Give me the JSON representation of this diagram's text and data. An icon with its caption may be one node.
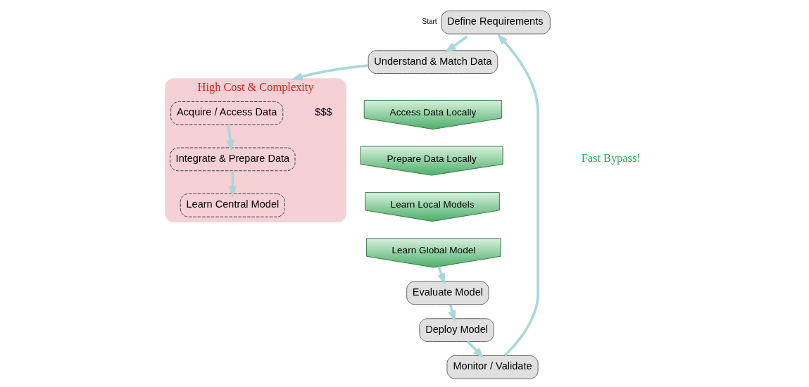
{
  "diagram": {
    "nodes": [
      {
        "text": [
          "Define Requirements"
        ],
        "beside": [
          "Start"
        ]
      },
      {
        "text": [
          "Understand & Match Data"
        ]
      },
      {
        "text": [
          "High Cost & Complexity",
          "$$$"
        ]
      },
      {
        "text": [
          "Acquire / Access Data"
        ],
        "in": 2
      },
      {
        "text": [
          "Integrate & Prepare Data"
        ],
        "in": 2
      },
      {
        "text": [
          "Learn Central Model"
        ],
        "in": 2
      },
      {
        "text": [
          "Access Data Locally"
        ]
      },
      {
        "text": [
          "Prepare Data Locally"
        ]
      },
      {
        "text": [
          "Learn Local Models"
        ]
      },
      {
        "text": [
          "Learn Global Model"
        ]
      },
      {
        "text": [
          "Evaluate Model"
        ]
      },
      {
        "text": [
          "Deploy Model"
        ]
      },
      {
        "text": [
          "Monitor / Validate"
        ]
      }
    ],
    "edges": [
      {
        "from": 0,
        "to": 1,
        "arrow": "to"
      },
      {
        "from": 1,
        "to": 2,
        "arrow": "to"
      },
      {
        "from": 3,
        "to": 4,
        "arrow": "to"
      },
      {
        "from": 4,
        "to": 5,
        "arrow": "to"
      },
      {
        "from": 9,
        "to": 10,
        "arrow": "to"
      },
      {
        "from": 10,
        "to": 11,
        "arrow": "to"
      },
      {
        "from": 11,
        "to": 12,
        "arrow": "to"
      },
      {
        "from": 12,
        "to": 0,
        "arrow": "to"
      }
    ],
    "labels": [
      "Fast Bypass!"
    ]
  }
}
